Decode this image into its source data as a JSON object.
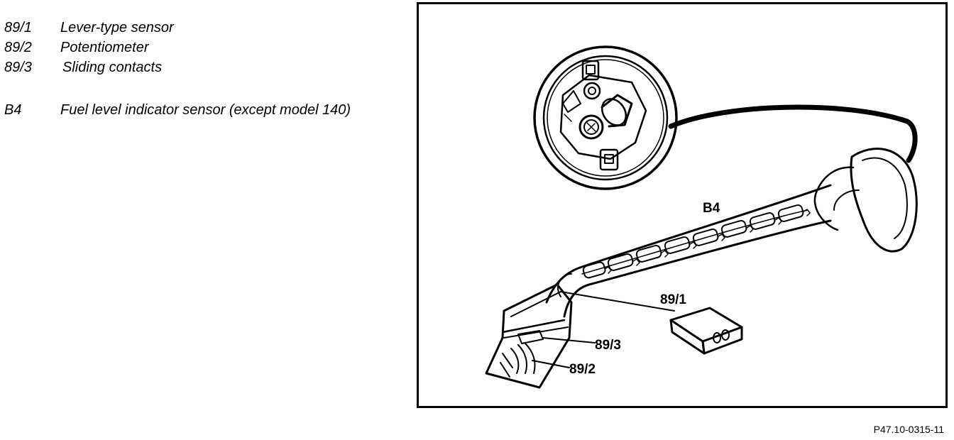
{
  "legend": {
    "items": [
      {
        "code": "89/1",
        "text": "Lever-type sensor"
      },
      {
        "code": "89/2",
        "text": "Potentiometer"
      },
      {
        "code": "89/3",
        "text": "Sliding contacts"
      },
      {
        "code": "B4",
        "text": "Fuel level indicator sensor (except model 140)"
      }
    ]
  },
  "diagram": {
    "callouts": {
      "b4": "B4",
      "c891": "89/1",
      "c892": "89/2",
      "c893": "89/3"
    }
  },
  "figure_ref": "P47.10-0315-11"
}
